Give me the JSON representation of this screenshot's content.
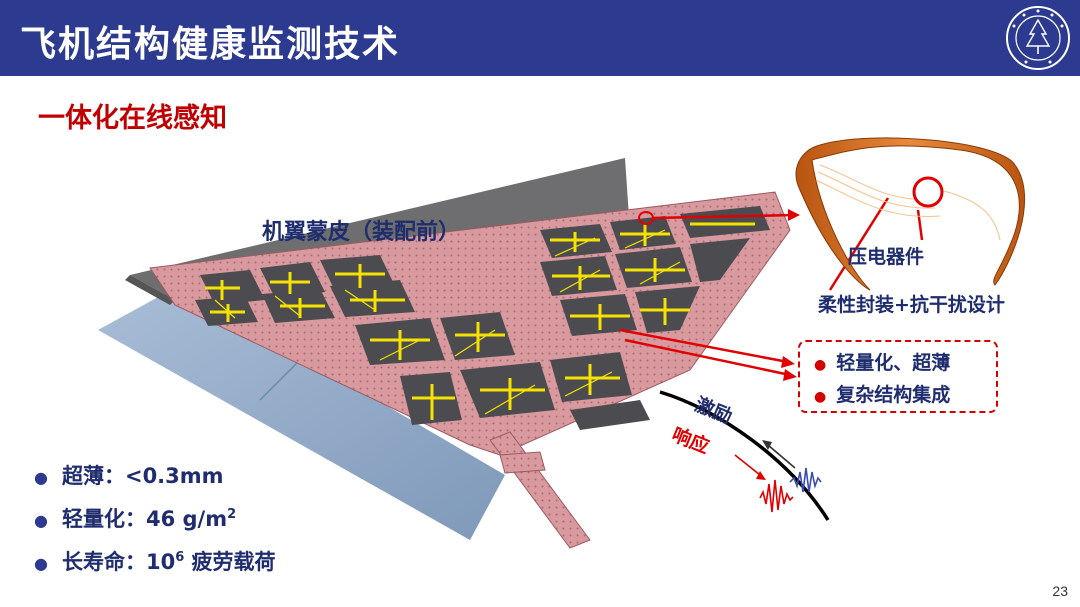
{
  "header": {
    "title": "飞机结构健康监测技术"
  },
  "subtitle": "一体化在线感知",
  "figure": {
    "skin_label": "机翼蒙皮（装配前）",
    "piezo_label": "压电器件",
    "flex_label": "柔性封装+抗干扰设计",
    "features": [
      "轻量化、超薄",
      "复杂结构集成"
    ],
    "excitation_label": "激励",
    "response_label": "响应"
  },
  "specs": [
    {
      "label": "超薄：",
      "value": "<0.3mm",
      "sup": "",
      "suffix": ""
    },
    {
      "label": "轻量化：",
      "value": "46 g/m",
      "sup": "2",
      "suffix": ""
    },
    {
      "label": "长寿命：",
      "value": "10",
      "sup": "6",
      "suffix": " 疲劳载荷"
    }
  ],
  "page_number": "23",
  "colors": {
    "header_bg": "#2c3a8f",
    "subtitle": "#c00000",
    "text": "#1f2d6e",
    "accent_red": "#d40000"
  }
}
